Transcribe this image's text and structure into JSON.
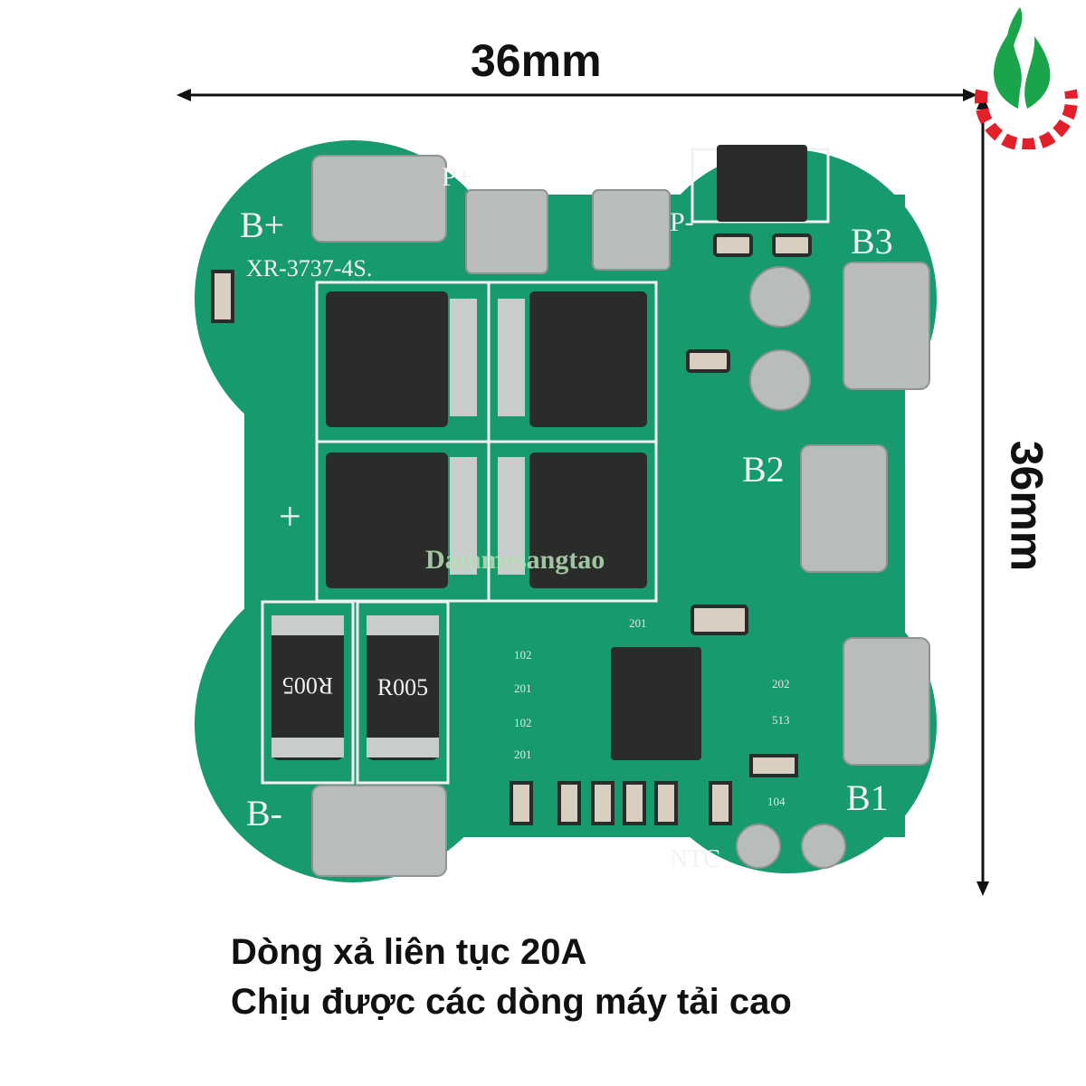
{
  "dimensions": {
    "width_label": "36mm",
    "height_label": "36mm"
  },
  "board": {
    "model": "XR-3737-4S.",
    "pads": {
      "b_plus": "B+",
      "p_plus": "P+",
      "p_minus": "P-",
      "b3": "B3",
      "b2": "B2",
      "plus": "+",
      "b_minus": "B-",
      "b1": "B1",
      "ntc": "NTC"
    },
    "shunts": [
      "R005",
      "R005"
    ],
    "resistor_codes": [
      "102",
      "201",
      "102",
      "201",
      "202",
      "513",
      "104",
      "201"
    ],
    "watermark": "Dammesangtao"
  },
  "caption": {
    "line1": "Dòng xả liên tục 20A",
    "line2": "Chịu được các dòng máy tải cao"
  },
  "colors": {
    "pcb": "#179a6c",
    "silk": "#f2f2f2",
    "pad": "#b9bcbc",
    "mosfet": "#2a2c2c",
    "logo_green": "#1aa54a",
    "logo_red": "#e3202a"
  }
}
